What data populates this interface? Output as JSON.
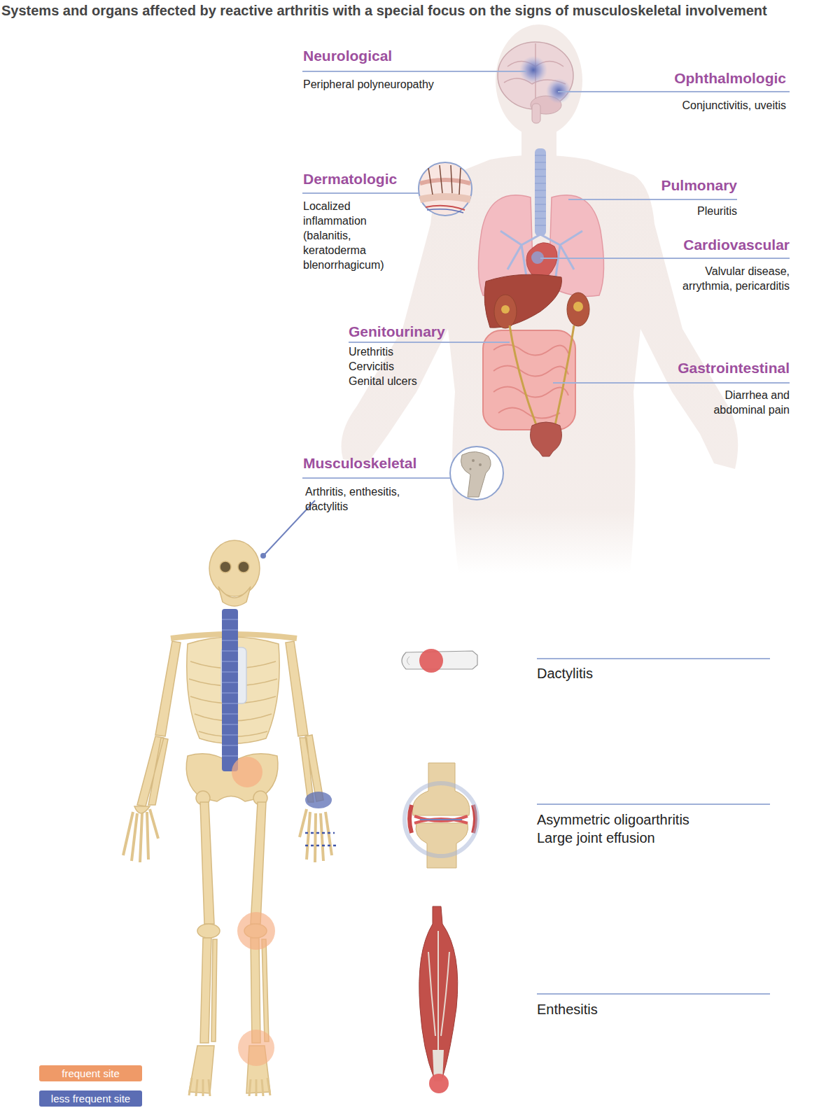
{
  "diagram": {
    "title": "Systems and organs affected by reactive arthritis with a special focus on the signs of musculoskeletal involvement",
    "labels": [
      "Neurological",
      "Peripheral polyneuropathy",
      "Ophthalmologic",
      "Conjunctivitis, uveitis",
      "Dermatologic",
      "Localized inflammation (balanitis, keratoderma blenorrhagicum)",
      "Pulmonary",
      "Pleuritis",
      "Cardiovascular",
      "Valvular disease, arrythmia, pericarditis",
      "Genitourinary",
      "Urethritis",
      "Cervicitis",
      "Genital ulcers",
      "Gastrointestinal",
      "Diarrhea and abdominal pain",
      "Musculoskeletal",
      "Arthritis, enthesitis, dactylitis",
      "Dactylitis",
      "Asymmetric oligoarthritis",
      "Large joint effusion",
      "Enthesitis"
    ],
    "legend": [
      {
        "text": "frequent site",
        "color": "#ef9a68"
      },
      {
        "text": "less frequent site",
        "color": "#5b6db4"
      }
    ]
  }
}
